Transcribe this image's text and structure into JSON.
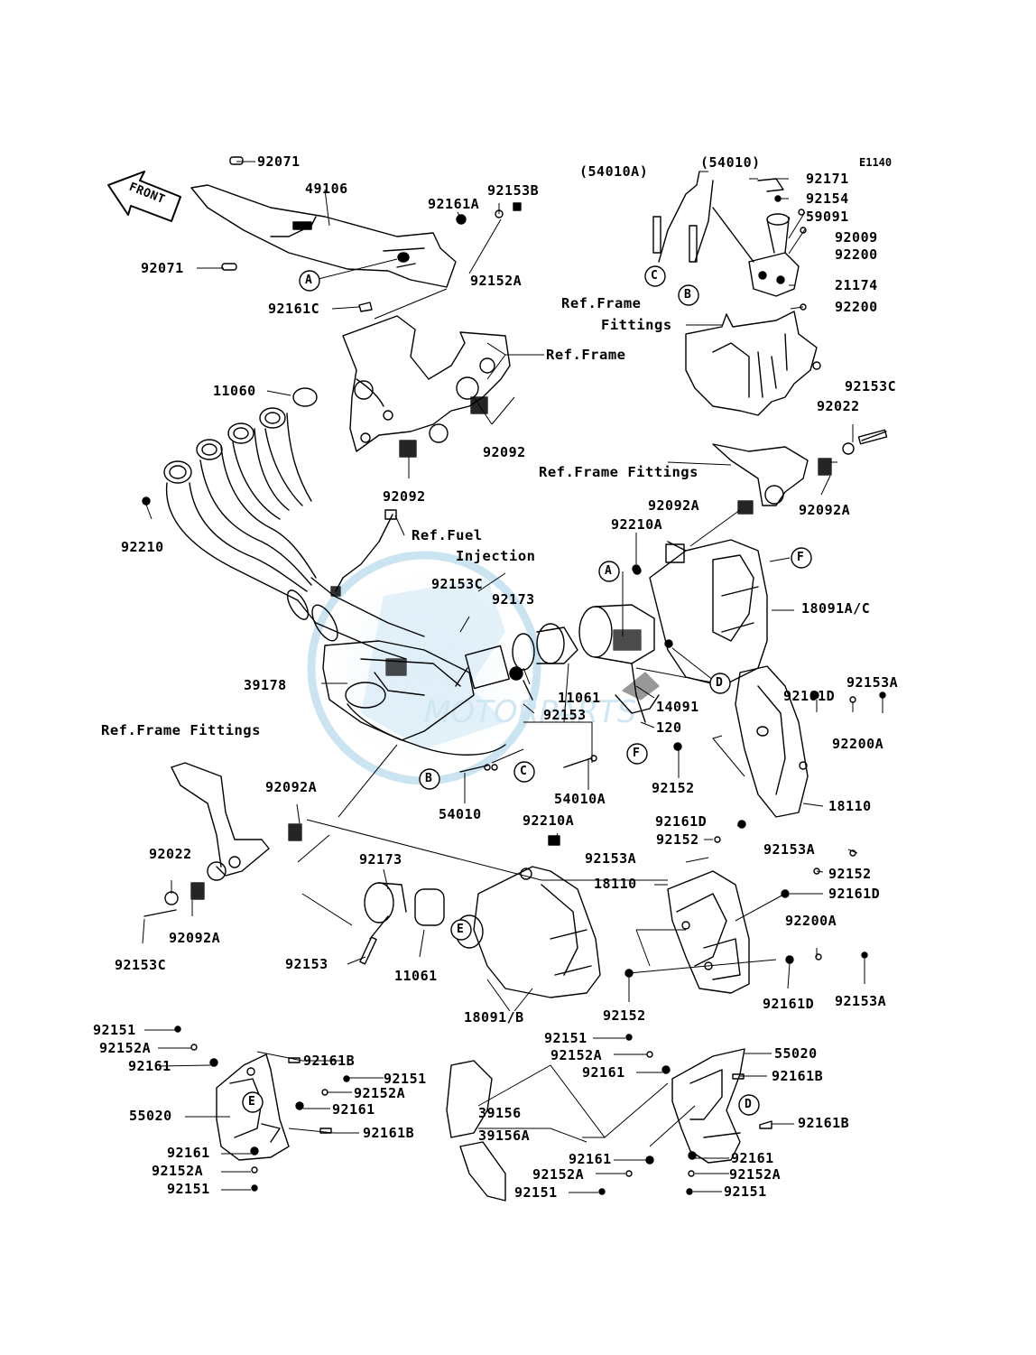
{
  "diagram": {
    "code": "E1140",
    "front_label": "FRONT",
    "refs": {
      "frame_fittings_1": "Ref.Frame",
      "frame_fittings_2": "Fittings",
      "frame": "Ref.Frame",
      "frame_fittings_3": "Ref.Frame Fittings",
      "fuel_1": "Ref.Fuel",
      "fuel_2": "Injection",
      "frame_fittings_4": "Ref.Frame Fittings"
    },
    "circle_markers": [
      "A",
      "A",
      "B",
      "B",
      "C",
      "C",
      "D",
      "D",
      "E",
      "E",
      "F",
      "F"
    ],
    "watermark": "MOTORPARTS",
    "parts": [
      "92071",
      "49106",
      "92071",
      "92161A",
      "92153B",
      "92152A",
      "92161C",
      "(54010A)",
      "(54010)",
      "92171",
      "92154",
      "59091",
      "92009",
      "92200",
      "21174",
      "92200",
      "11060",
      "92092",
      "92092",
      "92210",
      "92153C",
      "92022",
      "92092A",
      "92092A",
      "92210A",
      "18091A/C",
      "92153C",
      "92173",
      "11061",
      "39178",
      "92153",
      "14091",
      "120",
      "92161D",
      "92153A",
      "92200A",
      "92152",
      "18110",
      "54010",
      "54010A",
      "92092A",
      "92210A",
      "92161D",
      "92152",
      "92153A",
      "92153A",
      "92152",
      "92022",
      "92092A",
      "92153C",
      "92173",
      "18110",
      "92161D",
      "92153",
      "11061",
      "92200A",
      "18091/B",
      "92152",
      "92161D",
      "92153A",
      "92151",
      "92152A",
      "92161",
      "92161B",
      "92151",
      "92152A",
      "92161",
      "55020",
      "92161B",
      "92161",
      "92152A",
      "92151",
      "92151",
      "92152A",
      "92161",
      "55020",
      "92161B",
      "39156",
      "39156A",
      "92161B",
      "92161",
      "92152A",
      "92151",
      "92161",
      "92152A",
      "92151"
    ]
  }
}
